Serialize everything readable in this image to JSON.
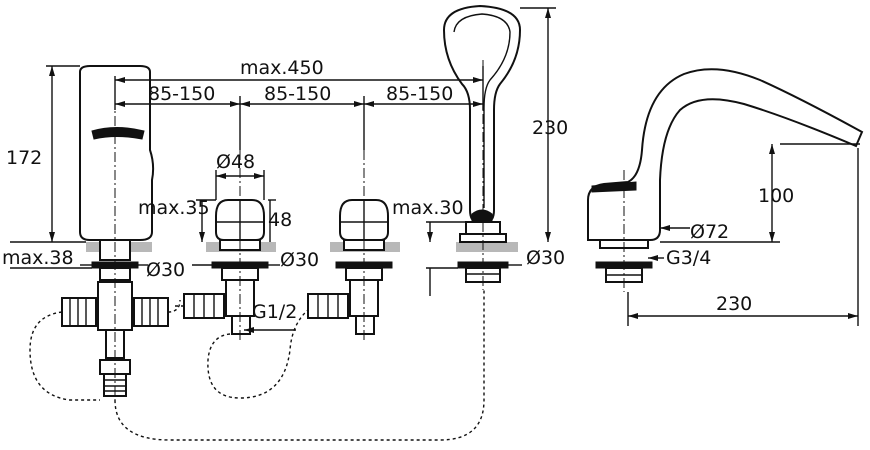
{
  "dimensions": {
    "max_450": "max.450",
    "spacing_1": "85-150",
    "spacing_2": "85-150",
    "spacing_3": "85-150",
    "height_172": "172",
    "height_230": "230",
    "dia_48": "Ø48",
    "max_35": "max.35",
    "h_48": "48",
    "max_30": "max.30",
    "max_38": "max.38",
    "dia_30_a": "Ø30",
    "dia_30_b": "Ø30",
    "dia_30_c": "Ø30",
    "thread_g12": "G1/2",
    "dia_72": "Ø72",
    "thread_g34": "G3/4",
    "height_100": "100",
    "length_230": "230"
  }
}
